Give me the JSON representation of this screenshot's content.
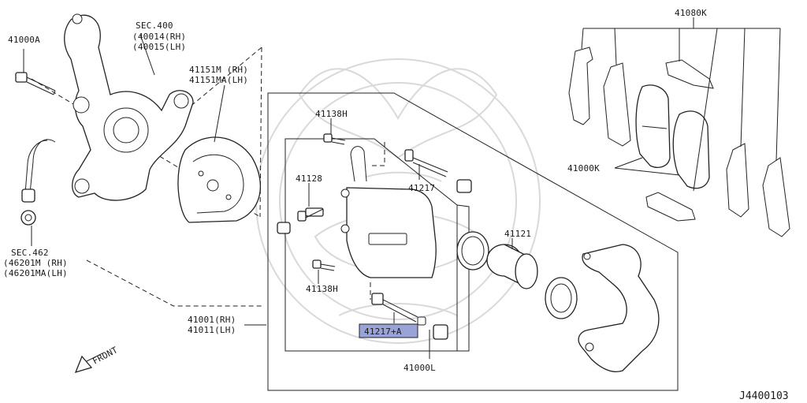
{
  "diagram": {
    "watermark": "seal-watermark-icon",
    "highlight_color": "#9aa3d8",
    "labels": {
      "sec400": [
        "SEC.400",
        "(40014(RH)",
        "(40015(LH)"
      ],
      "p41000A": "41000A",
      "p41151M": [
        "41151M (RH)",
        "41151MA(LH)"
      ],
      "p41138H_top": "41138H",
      "p41128": "41128",
      "p41217": "41217",
      "p41121": "41121",
      "p41138H_bottom": "41138H",
      "p41217A": "41217+A",
      "p41000L": "41000L",
      "p41001": [
        "41001(RH)",
        "41011(LH)"
      ],
      "sec462": [
        "SEC.462",
        "(46201M (RH)",
        "(46201MA(LH)"
      ],
      "p41080K": "41080K",
      "p41000K": "41000K",
      "front": "FRONT",
      "code": "J4400103"
    }
  }
}
